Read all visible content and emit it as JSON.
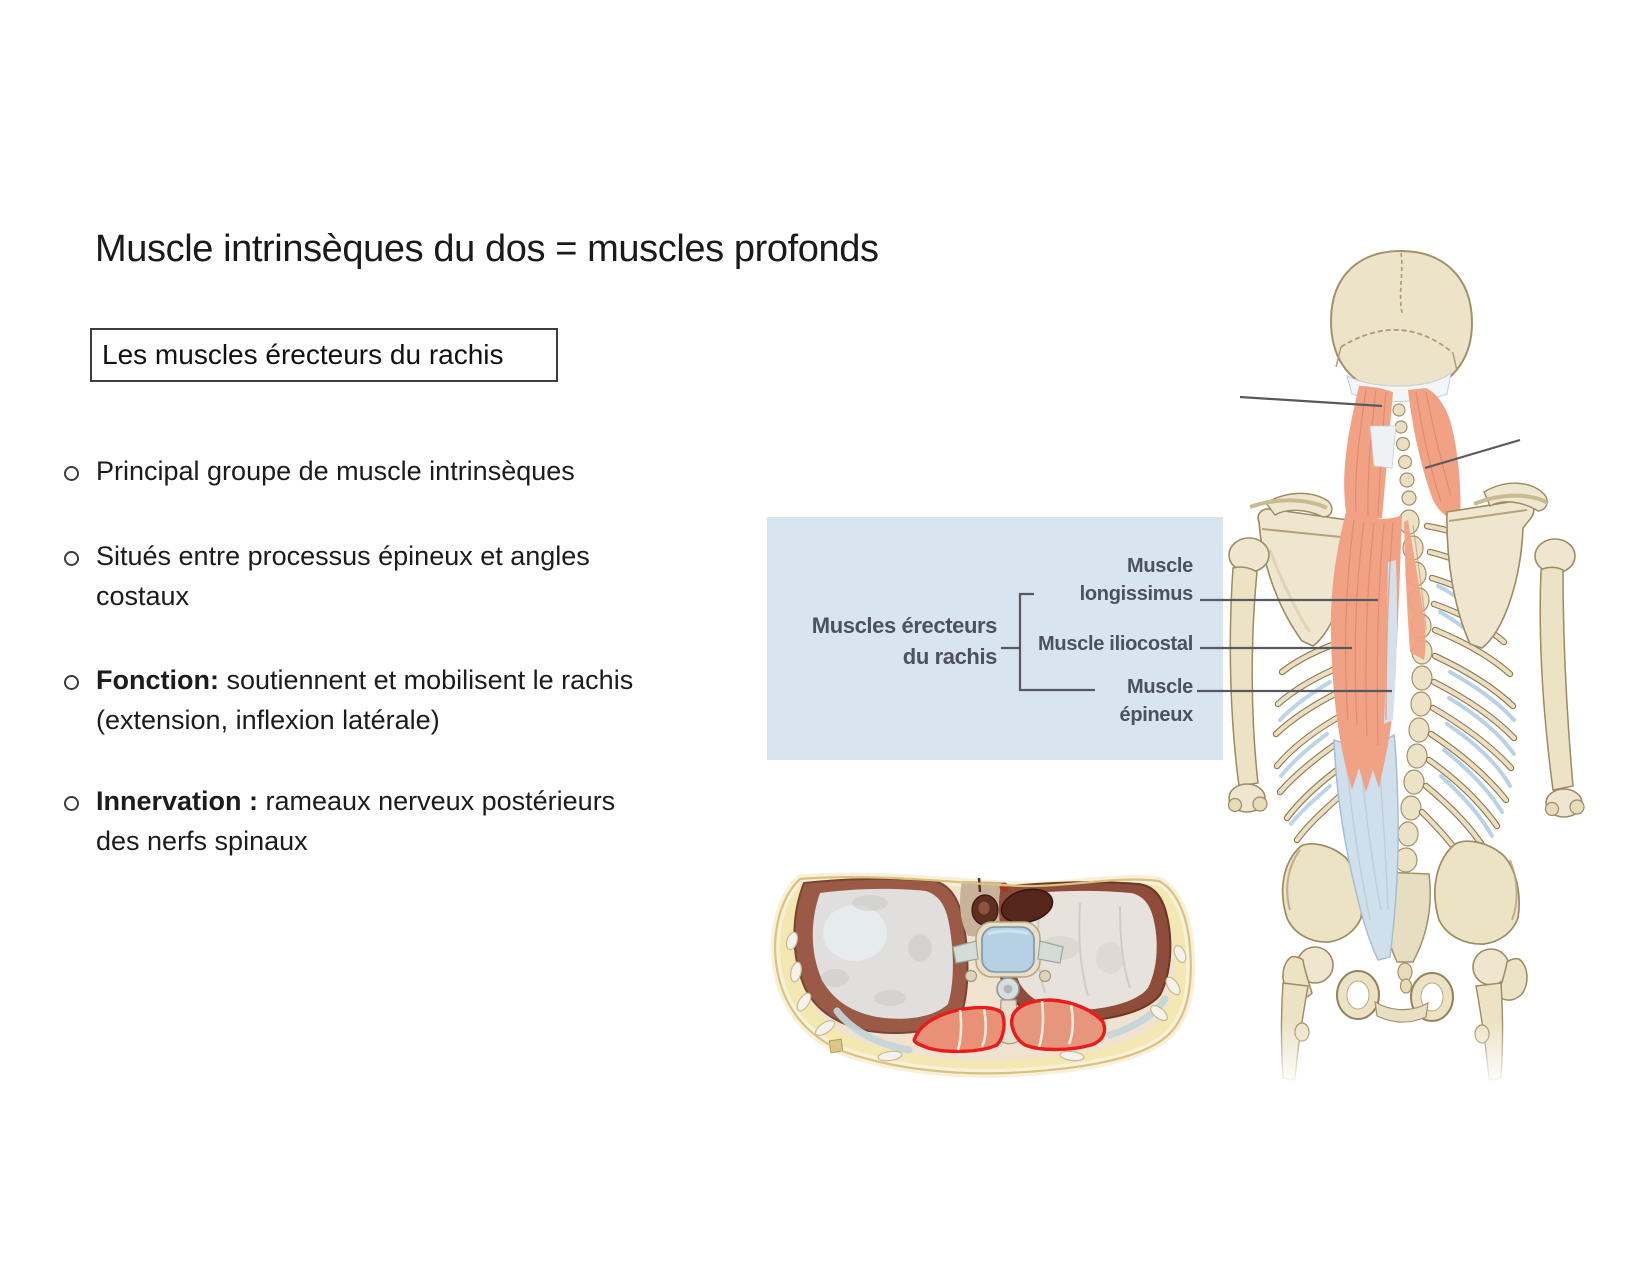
{
  "slide": {
    "title": "Muscle intrinsèques du dos = muscles profonds",
    "subtitle_box": "Les muscles érecteurs du rachis",
    "bullets": [
      {
        "bold": "",
        "line1": "Principal groupe de muscle intrinsèques",
        "line2": ""
      },
      {
        "bold": "",
        "line1": "Situés entre processus épineux et angles",
        "line2": "costaux"
      },
      {
        "bold": "Fonction:",
        "line1": " soutiennent et mobilisent le rachis",
        "line2": "(extension, inflexion latérale)"
      },
      {
        "bold": "Innervation :",
        "line1": " rameaux nerveux postérieurs",
        "line2": "des nerfs spinaux"
      }
    ]
  },
  "figure": {
    "group_label": {
      "line1": "Muscles érecteurs",
      "line2": "du rachis"
    },
    "label_longissimus": {
      "line1": "Muscle",
      "line2": "longissimus"
    },
    "label_iliocostal": {
      "line1": "Muscle iliocostal"
    },
    "label_epineux": {
      "line1": "Muscle",
      "line2": "épineux"
    },
    "colors": {
      "panel_blue": "#d9e4f1",
      "label_text": "#4c525b",
      "muscle_salmon": "#f1a285",
      "bone": "#ece3c8",
      "tendon_blue": "#cfdfeb",
      "muscle_outline_red": "#ea1b1b"
    }
  }
}
